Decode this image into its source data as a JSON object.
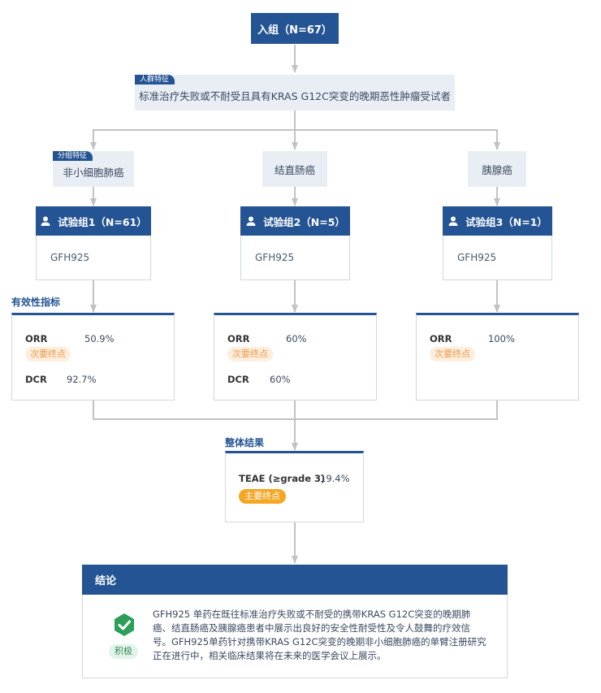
{
  "enrollment": {
    "label": "入组（N=67）"
  },
  "population": {
    "tag": "人群特征",
    "text": "标准治疗失败或不耐受且具有KRAS G12C突变的晚期恶性肿瘤受试者"
  },
  "subgroup_tag": "分组特征",
  "groups": [
    {
      "subgroup": "非小细胞肺癌",
      "header": "试验组1（N=61）",
      "drug": "GFH925",
      "metrics": [
        {
          "name": "ORR",
          "value": "50.9%",
          "badge": "次要终点"
        },
        {
          "name": "DCR",
          "value": "92.7%"
        }
      ]
    },
    {
      "subgroup": "结直肠癌",
      "header": "试验组2（N=5）",
      "drug": "GFH925",
      "metrics": [
        {
          "name": "ORR",
          "value": "60%",
          "badge": "次要终点"
        },
        {
          "name": "DCR",
          "value": "60%"
        }
      ]
    },
    {
      "subgroup": "胰腺癌",
      "header": "试验组3（N=1）",
      "drug": "GFH925",
      "metrics": [
        {
          "name": "ORR",
          "value": "100%",
          "badge": "次要终点"
        }
      ]
    }
  ],
  "efficacy_label": "有效性指标",
  "overall": {
    "label": "整体结果",
    "metric": {
      "name": "TEAE (≥grade 3)",
      "value": "19.4%",
      "badge": "主要终点"
    }
  },
  "conclusion": {
    "title": "结论",
    "badge": "积极",
    "lines": [
      "GFH925 单药在既往标准治疗失败或不耐受的携带KRAS G12C突变的晚期肺",
      "癌、结直肠癌及胰腺癌患者中展示出良好的安全性耐受性及令人鼓舞的疗效信",
      "号。GFH925单药针对携带KRAS G12C突变的晚期非小细胞肺癌的单臂注册研究",
      "正在进行中，相关临床结果将在未来的医学会议上展示。"
    ]
  },
  "colors": {
    "navy": "#245493",
    "light_box": "#e9eef5",
    "connector": "#c2c2c2",
    "secondary_badge_bg": "#fdeede",
    "secondary_badge_text": "#ee9a4a",
    "primary_badge": "#f5a623",
    "positive_green": "#2e9e5b"
  },
  "icons": [
    "user-icon",
    "check-badge-icon"
  ]
}
